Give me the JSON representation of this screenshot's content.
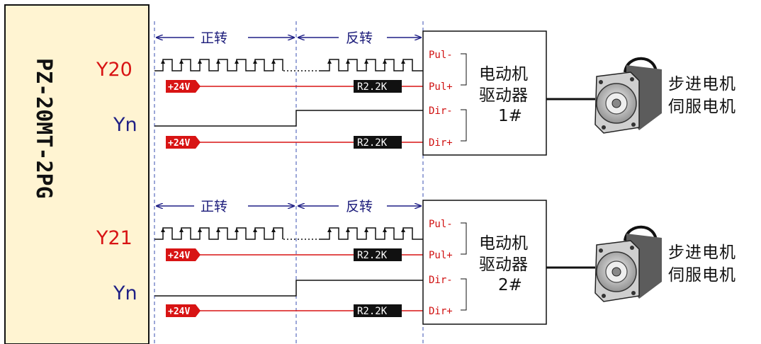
{
  "plc_label": "PZ-20MT-2PG",
  "colors": {
    "plc_fill": "#fff4d2",
    "signal_red": "#d81414",
    "label_blue": "#1f1f85",
    "dash_blue": "#3a4fb0"
  },
  "channels": [
    {
      "pulse_output": "Y20",
      "dir_output": "Yn",
      "forward_label": "正转",
      "reverse_label": "反转",
      "supply_tag": "+24V",
      "resistor": "R2.2K",
      "pins": [
        "Pul-",
        "Pul+",
        "Dir-",
        "Dir+"
      ],
      "driver_lines": [
        "电动机",
        "驱动器",
        "1#"
      ],
      "motor_lines": [
        "步进电机",
        "伺服电机"
      ]
    },
    {
      "pulse_output": "Y21",
      "dir_output": "Yn",
      "forward_label": "正转",
      "reverse_label": "反转",
      "supply_tag": "+24V",
      "resistor": "R2.2K",
      "pins": [
        "Pul-",
        "Pul+",
        "Dir-",
        "Dir+"
      ],
      "driver_lines": [
        "电动机",
        "驱动器",
        "2#"
      ],
      "motor_lines": [
        "步进电机",
        "伺服电机"
      ]
    }
  ]
}
